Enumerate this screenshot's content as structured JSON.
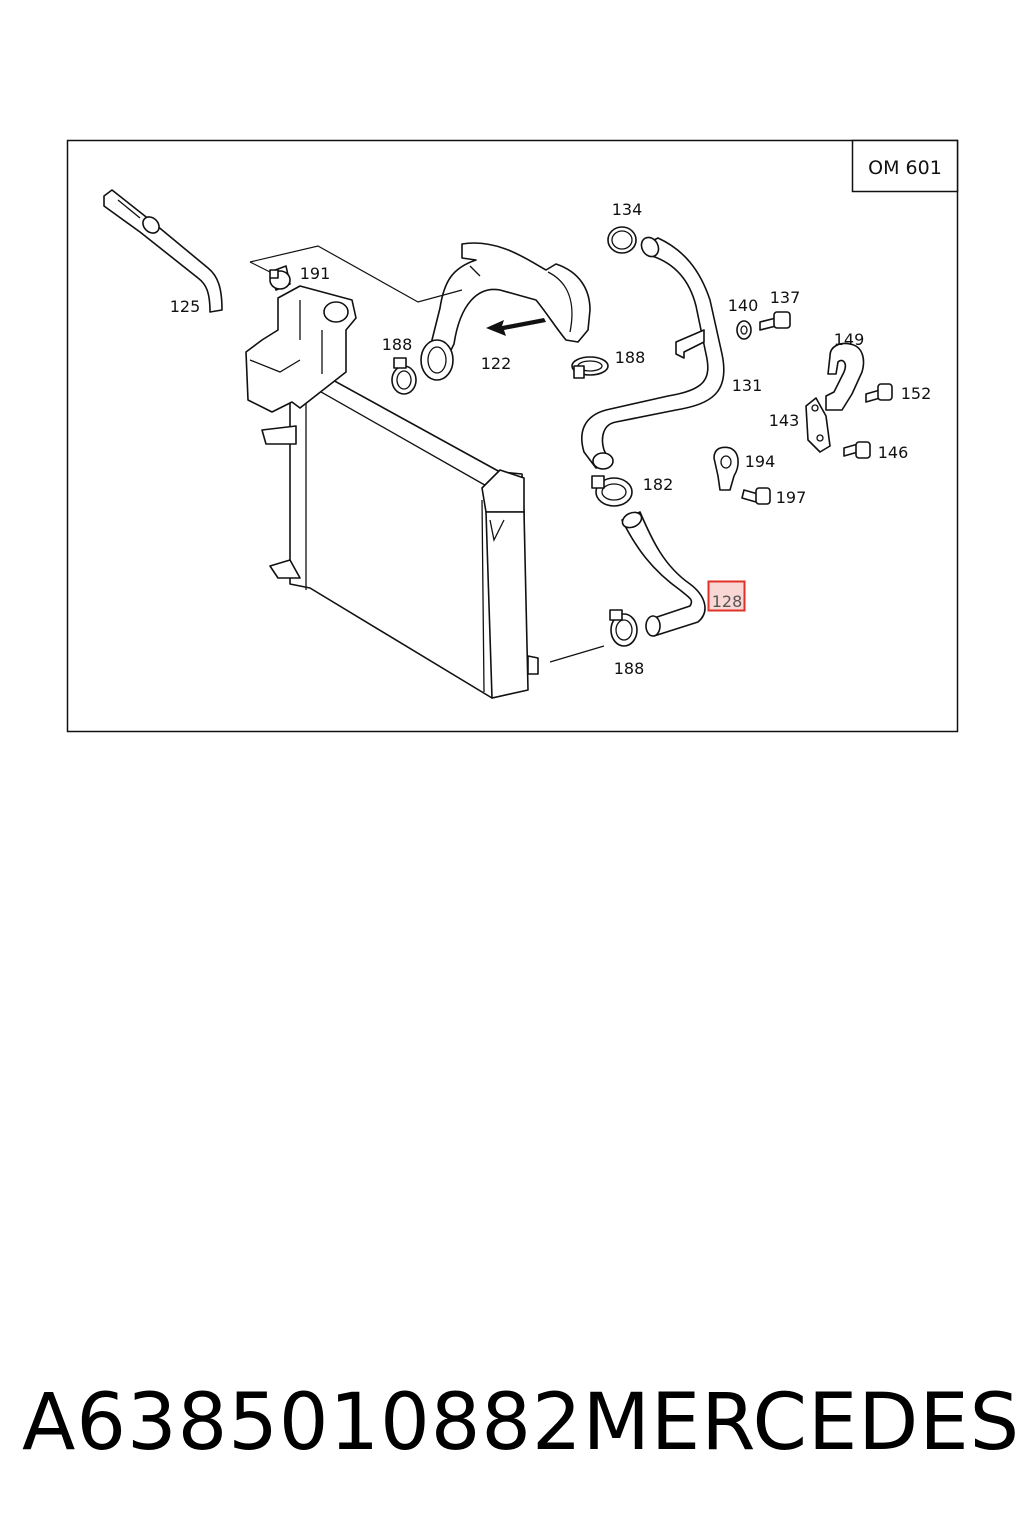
{
  "diagram": {
    "engine_code": "OM 601",
    "highlight_color": "#e0322a",
    "labels": {
      "p125": "125",
      "p191": "191",
      "p188a": "188",
      "p122": "122",
      "p188b": "188",
      "p134": "134",
      "p140": "140",
      "p137": "137",
      "p149": "149",
      "p131": "131",
      "p152": "152",
      "p143": "143",
      "p146": "146",
      "p194": "194",
      "p182": "182",
      "p197": "197",
      "p128": "128",
      "p188c": "188"
    }
  },
  "caption": {
    "part_number": "A6385010882",
    "brand": "MERCEDES"
  }
}
